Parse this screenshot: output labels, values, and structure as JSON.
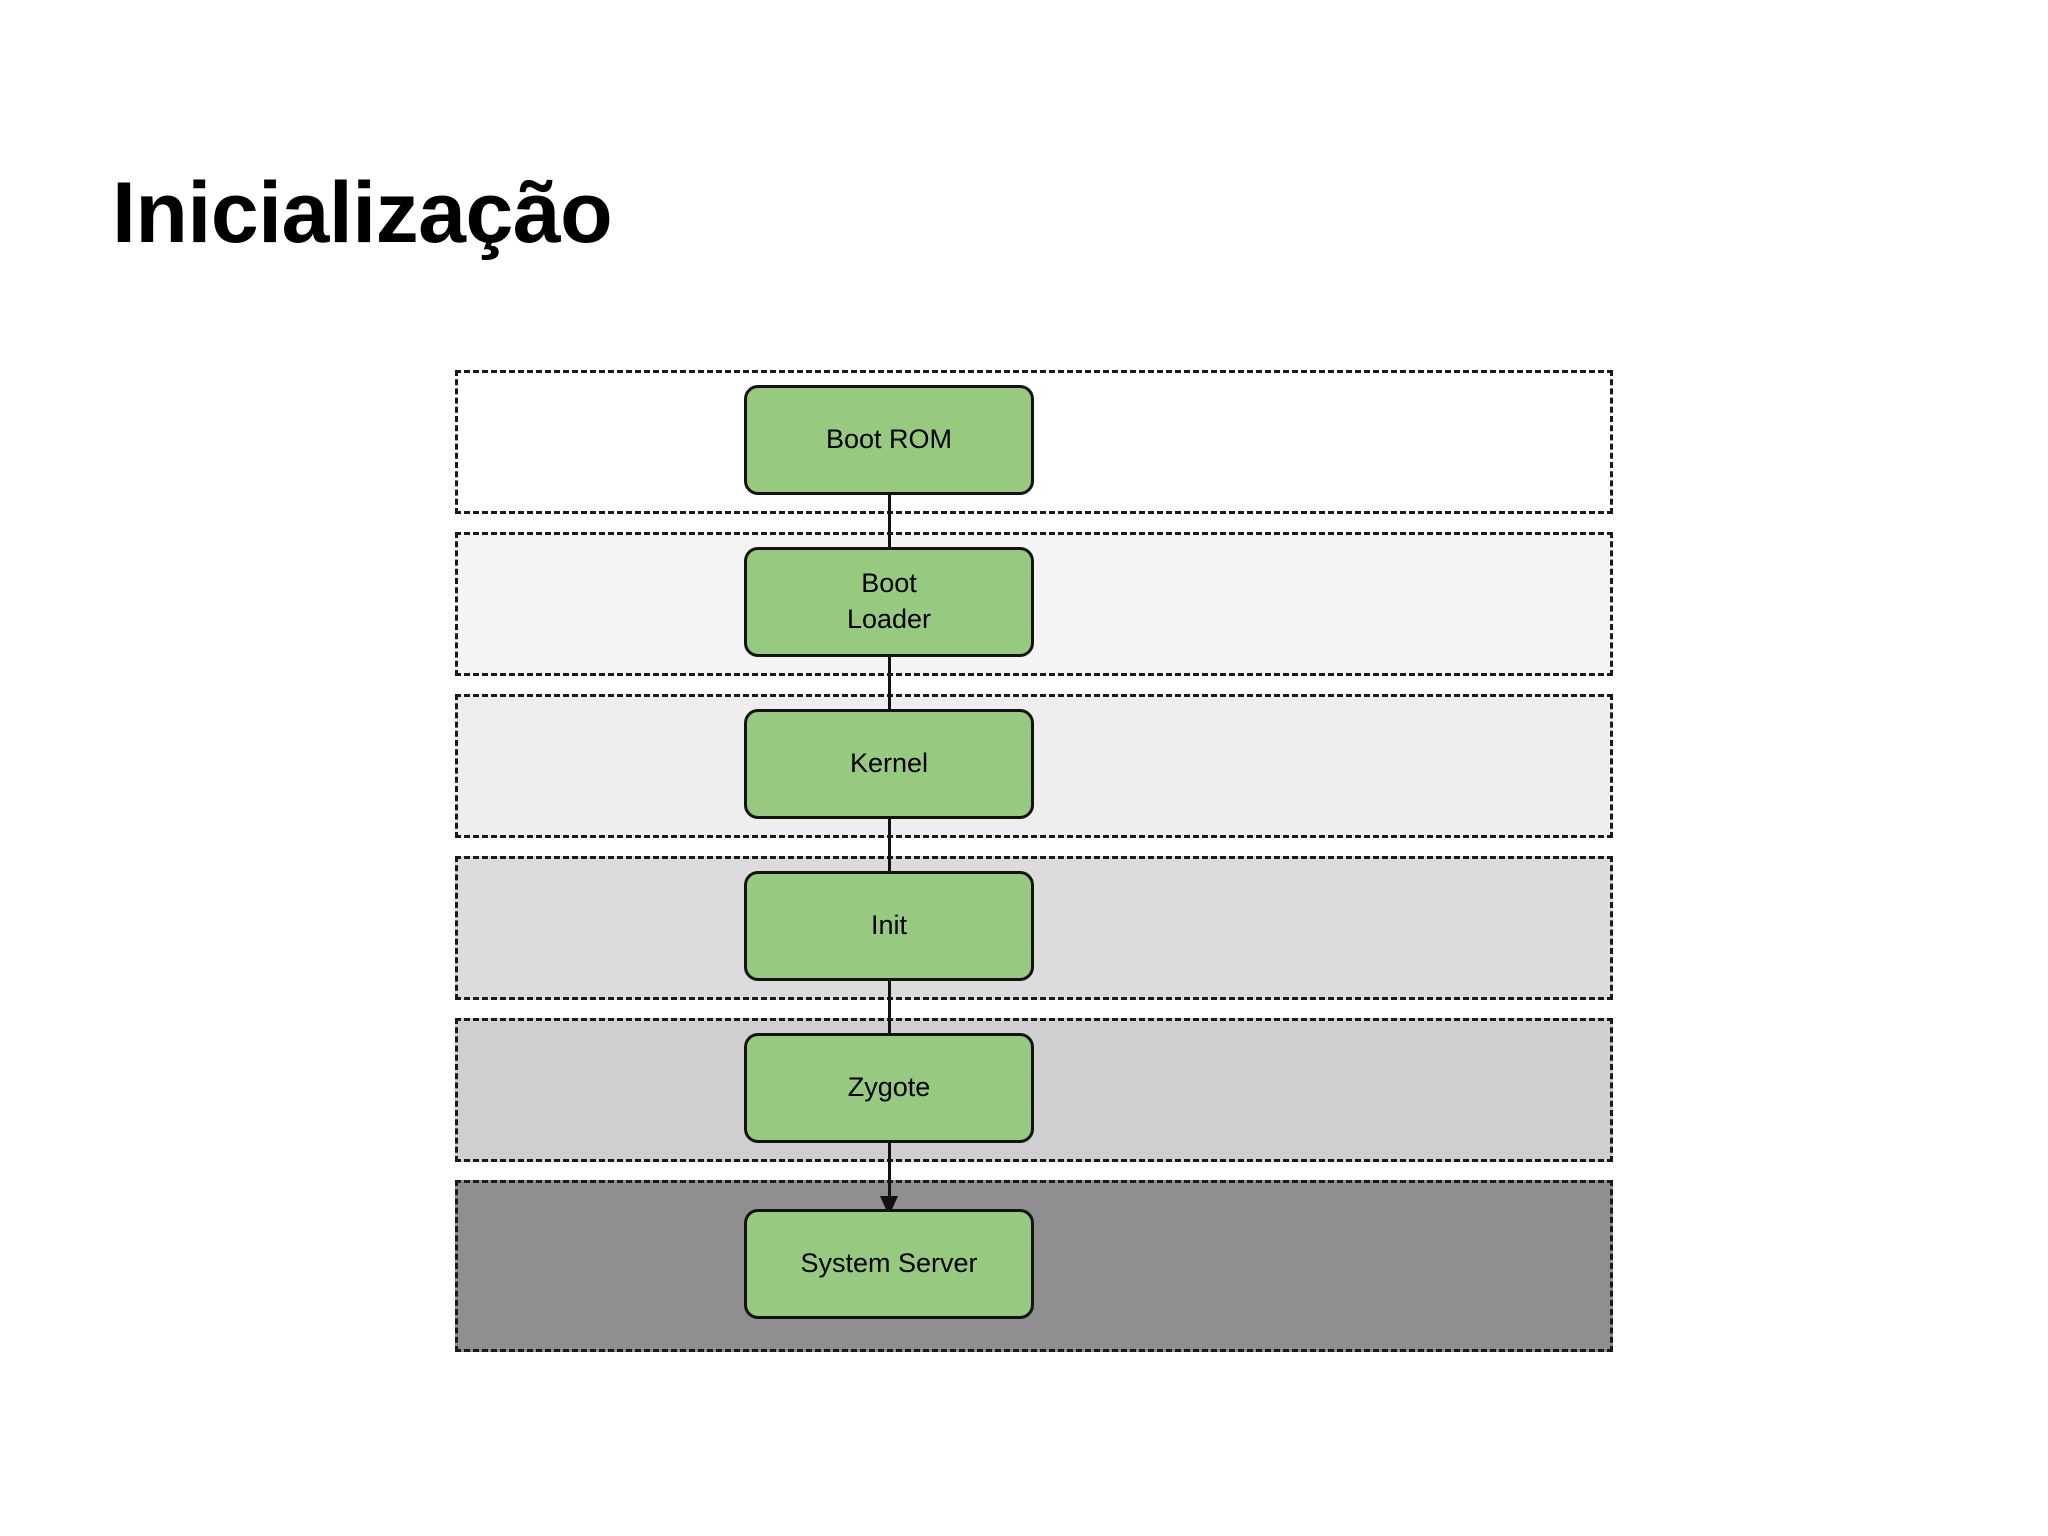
{
  "slide": {
    "title": "Inicialização",
    "background_color": "#ffffff",
    "title_color": "#000000"
  },
  "diagram": {
    "type": "flowchart",
    "orientation": "vertical",
    "node_fill_color": "#97c981",
    "node_border_color": "#15130f",
    "band_border_style": "dashed",
    "band_border_color": "#1a1a1a",
    "connector_color": "#111111",
    "bands": [
      {
        "index": 1,
        "fill": "#ffffff",
        "label": ""
      },
      {
        "index": 2,
        "fill": "#f4f4f4",
        "label": ""
      },
      {
        "index": 3,
        "fill": "#eeeeee",
        "label": ""
      },
      {
        "index": 4,
        "fill": "#dcdcdc",
        "label": ""
      },
      {
        "index": 5,
        "fill": "#cfcfcf",
        "label": ""
      },
      {
        "index": 6,
        "fill": "#8f8f8f",
        "label": ""
      }
    ],
    "nodes": [
      {
        "id": "boot-rom",
        "label": "Boot ROM",
        "band": 1
      },
      {
        "id": "boot-loader",
        "label": "Boot\nLoader",
        "band": 2
      },
      {
        "id": "kernel",
        "label": "Kernel",
        "band": 3
      },
      {
        "id": "init",
        "label": "Init",
        "band": 4
      },
      {
        "id": "zygote",
        "label": "Zygote",
        "band": 5
      },
      {
        "id": "system-server",
        "label": "System Server",
        "band": 6
      }
    ],
    "edges": [
      {
        "from": "boot-rom",
        "to": "boot-loader",
        "arrow": "down"
      },
      {
        "from": "boot-loader",
        "to": "kernel",
        "arrow": "down"
      },
      {
        "from": "kernel",
        "to": "init",
        "arrow": "down"
      },
      {
        "from": "init",
        "to": "zygote",
        "arrow": "down"
      },
      {
        "from": "zygote",
        "to": "system-server",
        "arrow": "down"
      }
    ]
  }
}
